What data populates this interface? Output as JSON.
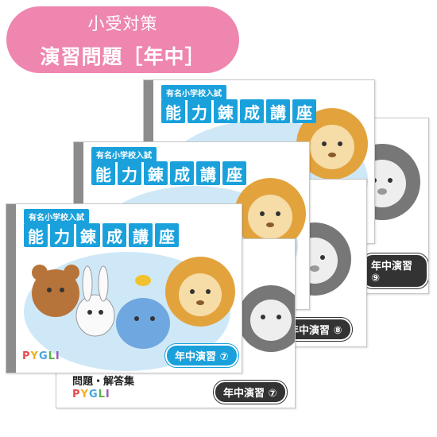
{
  "header": {
    "line1": "小受対策",
    "line2": "演習問題［年中］"
  },
  "book": {
    "series_label": "有名小学校入試",
    "title_chars": [
      "能",
      "力",
      "錬",
      "成",
      "講",
      "座"
    ],
    "logo": "PYGLI",
    "answer_label": "問題・解答集"
  },
  "badges": {
    "b9": "年中演習 ⑨",
    "b8": "年中演習 ⑧",
    "b7_front": "年中演習 ⑦",
    "b7_back": "年中演習 ⑦"
  },
  "colors": {
    "pill": "#ee86b0",
    "title_blue": "#1aa1dc",
    "spine": "#8c8c8c"
  }
}
